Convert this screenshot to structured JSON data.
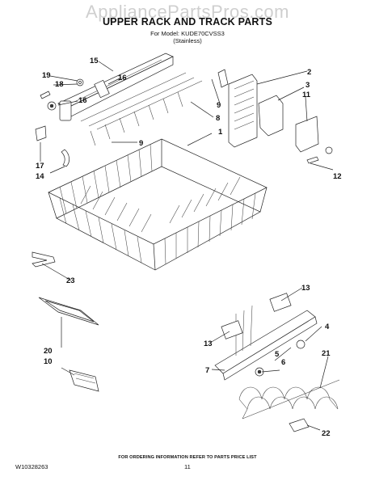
{
  "watermark": "AppliancePartsPros.com",
  "title": "UPPER RACK AND TRACK PARTS",
  "model_line": "For Model: KUDE70CVSS3",
  "finish": "(Stainless)",
  "footer_note": "FOR ORDERING INFORMATION REFER TO PARTS PRICE LIST",
  "doc_number": "W10328263",
  "page_number": "11",
  "callouts": [
    "15",
    "19",
    "18",
    "16",
    "16",
    "1",
    "2",
    "3",
    "9",
    "8",
    "11",
    "9",
    "17",
    "14",
    "12",
    "1",
    "23",
    "13",
    "4",
    "13",
    "5",
    "6",
    "7",
    "20",
    "10",
    "21",
    "22"
  ]
}
